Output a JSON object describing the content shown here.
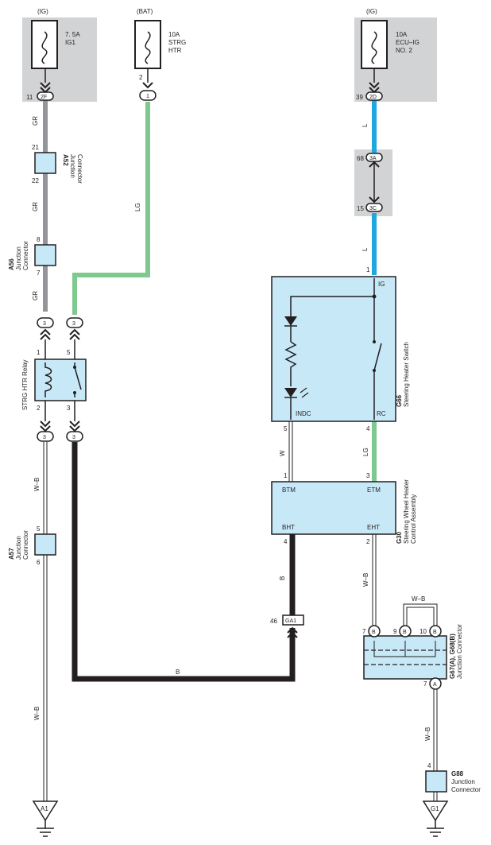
{
  "colors": {
    "gray_box": "#d1d3d4",
    "wire_gray": "#939598",
    "wire_green": "#7fc98f",
    "wire_blue": "#1fa7e0",
    "wire_black": "#231f20",
    "component_fill": "#c7e8f7",
    "line": "#231f20"
  },
  "fuses": {
    "ig1": {
      "supply": "(IG)",
      "rating": "7. 5A",
      "name": "IG1",
      "pin": "11",
      "connector": "2F"
    },
    "strg": {
      "supply": "(BAT)",
      "rating": "10A",
      "name1": "STRG",
      "name2": "HTR",
      "pin": "2",
      "connector": "1"
    },
    "ecu": {
      "supply": "(IG)",
      "rating": "10A",
      "name1": "ECU–IG",
      "name2": "NO. 2",
      "pin": "39",
      "connector": "2D"
    }
  },
  "wires": {
    "gr": "GR",
    "lg": "LG",
    "l": "L",
    "w": "W",
    "wb": "W–B",
    "b": "B"
  },
  "a52": {
    "id": "A52",
    "line1": "Junction",
    "line2": "Connector",
    "pin_top": "21",
    "pin_bottom": "22"
  },
  "a56": {
    "id": "A56",
    "line1": "Junction",
    "line2": "Connector",
    "pin_top": "8",
    "pin_bottom": "7"
  },
  "a57": {
    "id": "A57",
    "line1": "Junction",
    "line2": "Connector",
    "pin_top": "5",
    "pin_bottom": "6"
  },
  "ecu_conn": {
    "pin_3a": "68",
    "label_3a": "3A",
    "pin_3c": "15",
    "label_3c": "3C"
  },
  "relay": {
    "name": "STRG HTR Relay",
    "pin1": "1",
    "pin2": "2",
    "pin3": "3",
    "pin5": "5",
    "conn_top_left": "3",
    "conn_top_right": "3",
    "conn_bottom_left": "3",
    "conn_bottom_right": "3"
  },
  "g66": {
    "id": "G66",
    "name": "Steering Heater Switch",
    "pin_ig": "1",
    "label_ig": "IG",
    "pin_indc": "5",
    "label_indc": "INDC",
    "pin_rc": "4",
    "label_rc": "RC"
  },
  "g30": {
    "id": "G30",
    "name1": "Steering Wheel Heater",
    "name2": "Control Assembly",
    "pin_btm": "1",
    "label_btm": "BTM",
    "pin_etm": "3",
    "label_etm": "ETM",
    "pin_bht": "4",
    "label_bht": "BHT",
    "pin_eht": "2",
    "label_eht": "EHT"
  },
  "ga1": {
    "pin": "46",
    "label": "GA1"
  },
  "g67": {
    "id": "G67(A), G68(B)",
    "name": "Junction Connector",
    "pin7b": "7",
    "pin9b": "9",
    "pin10b": "10",
    "conn_b": "B",
    "pin7a": "7",
    "conn_a": "A",
    "bridge_label": "W–B"
  },
  "g88": {
    "id": "G88",
    "line1": "Junction",
    "line2": "Connector",
    "pin": "4"
  },
  "grounds": {
    "left": "A1",
    "right": "G1"
  }
}
